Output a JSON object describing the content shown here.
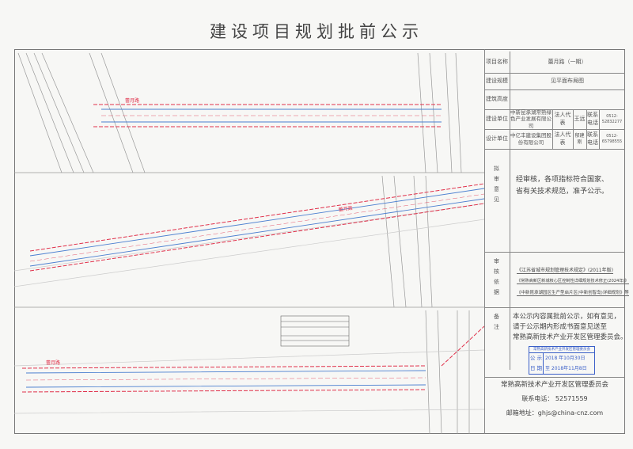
{
  "title": "建设项目规划批前公示",
  "drawing": {
    "road_label": "蕾月路",
    "colors": {
      "redline": "#e0304a",
      "road_edge": "#4a7fd0",
      "base": "#888888"
    }
  },
  "table": {
    "project_name_label": "项目名称",
    "project_name": "蕾月路（一期）",
    "scale_label": "建设规模",
    "scale": "见平面布局图",
    "height_label": "建筑高度",
    "height": "",
    "builder_label": "建设单位",
    "builder": "中新昆承湖常熟绿色产业发展有限公司",
    "builder_rep_label": "法人代表",
    "builder_rep": "王远",
    "builder_phone_label": "联系电话",
    "builder_phone": "0512-52832277",
    "designer_label": "设计单位",
    "designer": "中亿丰建设集团股份有限公司",
    "designer_rep_label": "法人代表",
    "designer_rep": "郁建刚",
    "designer_phone_label": "联系电话",
    "designer_phone": "0512-65798555",
    "opinion_label": "拟审意见",
    "opinion": "经审核，各项指标符合国家、省有关技术规范，准予公示。",
    "basis_label": "审核依据",
    "basis": [
      "《江苏省城市规划管理技术规定》(2011年版)",
      "《常熟高新区新城核心区控制性详细规划技术修正(2024年)》",
      "《中新昆承湖园区生产型启片区(中新创智岛)详细规划》等"
    ],
    "remark_label": "备注",
    "remark": [
      "本公示内容属批前公示，如有意见，",
      "请于公示期内形成书面意见送至",
      "常熟高新技术产业开发区管理委员会。"
    ]
  },
  "stamp": {
    "header": "常熟高新技术产业开发区管理委员会",
    "label1": "公 示",
    "label2": "日 期",
    "date_from": "2018 年10月30日",
    "date_to": "至 2018年11月8日"
  },
  "footer": {
    "org": "常熟高新技术产业开发区管理委员会",
    "phone": "联系电话：  52571559",
    "email": "邮箱地址：ghjs@china-cnz.com"
  }
}
